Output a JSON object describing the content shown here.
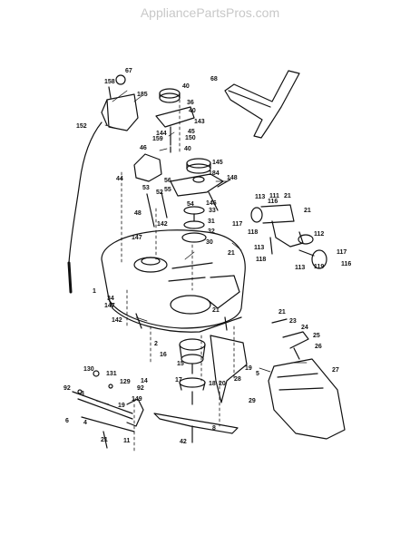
{
  "watermark": "AppliancePartsPros.com",
  "part_numbers": [
    "67",
    "158",
    "185",
    "152",
    "40",
    "36",
    "40",
    "143",
    "144",
    "150",
    "159",
    "45",
    "40",
    "68",
    "46",
    "44",
    "145",
    "184",
    "148",
    "56",
    "55",
    "53",
    "52",
    "146",
    "54",
    "33",
    "48",
    "142",
    "147",
    "31",
    "32",
    "30",
    "21",
    "116",
    "113",
    "111",
    "21",
    "117",
    "21",
    "118",
    "113",
    "112",
    "118",
    "117",
    "113",
    "119",
    "116",
    "1",
    "34",
    "147",
    "2",
    "21",
    "142",
    "16",
    "21",
    "24",
    "23",
    "25",
    "26",
    "27",
    "15",
    "130",
    "131",
    "92",
    "92",
    "129",
    "3",
    "149",
    "14",
    "17",
    "18",
    "20",
    "19",
    "28",
    "29",
    "5",
    "6",
    "4",
    "19",
    "21",
    "11",
    "8",
    "42"
  ]
}
